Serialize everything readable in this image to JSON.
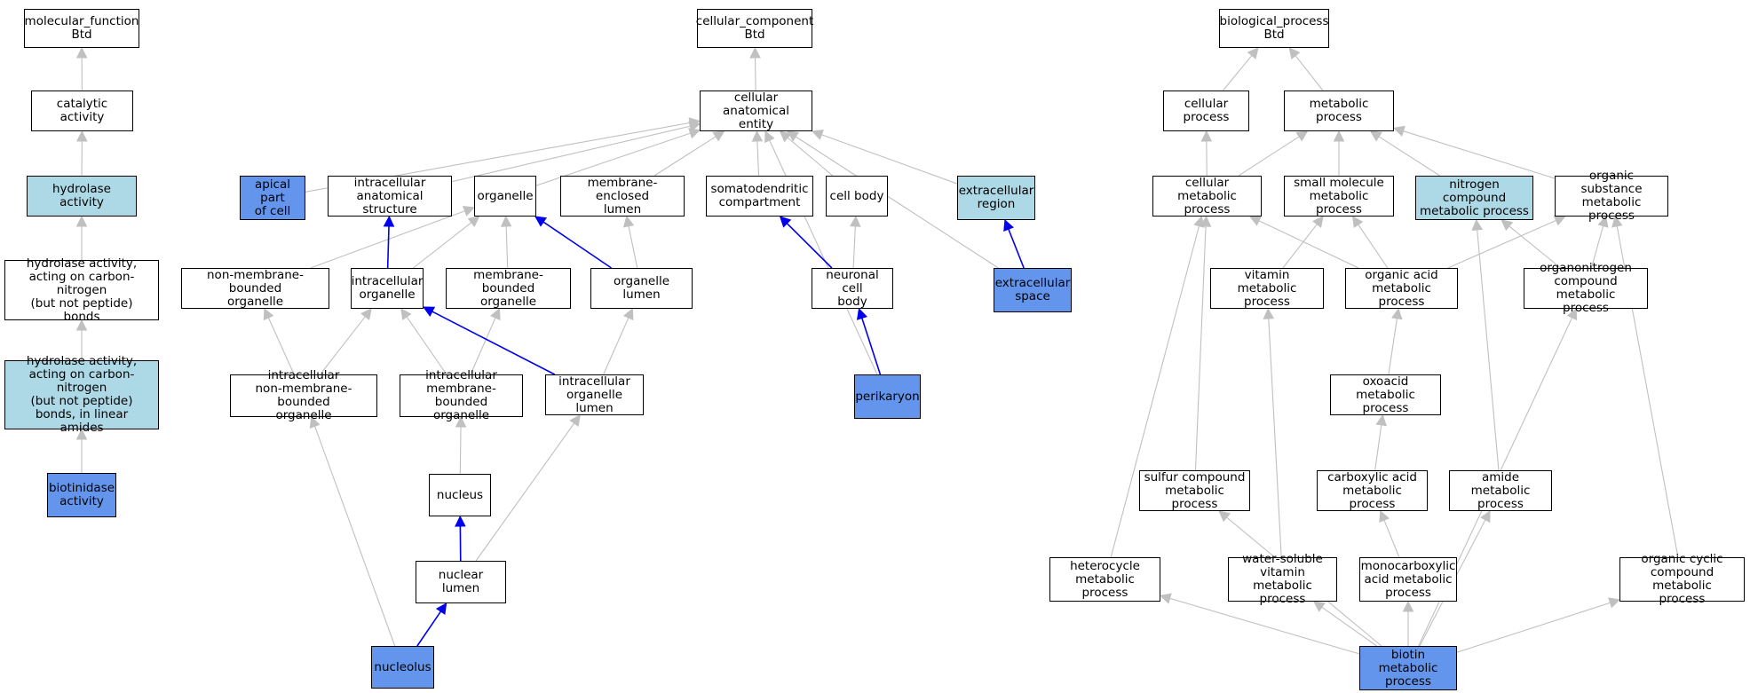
{
  "colors": {
    "edge_default": "#c0c0c0",
    "edge_highlight": "#0000ee",
    "node_light": "#add8e6",
    "node_dark": "#6495ed",
    "node_default": "#ffffff"
  },
  "nodes": [
    {
      "id": "mf",
      "label": "molecular_function\nBtd",
      "style": "default"
    },
    {
      "id": "catalytic",
      "label": "catalytic activity",
      "style": "default"
    },
    {
      "id": "hydrolase",
      "label": "hydrolase activity",
      "style": "light"
    },
    {
      "id": "hydro_cn",
      "label": "hydrolase activity,\nacting on carbon-nitrogen\n(but not peptide)\nbonds",
      "style": "default"
    },
    {
      "id": "hydro_cn_lin",
      "label": "hydrolase activity,\nacting on carbon-nitrogen\n(but not peptide)\nbonds, in linear\namides",
      "style": "light"
    },
    {
      "id": "biotinidase",
      "label": "biotinidase\nactivity",
      "style": "dark"
    },
    {
      "id": "cc",
      "label": "cellular_component\nBtd",
      "style": "default"
    },
    {
      "id": "cae",
      "label": "cellular anatomical\nentity",
      "style": "default"
    },
    {
      "id": "apical",
      "label": "apical part\nof cell",
      "style": "dark"
    },
    {
      "id": "ias",
      "label": "intracellular\nanatomical structure",
      "style": "default"
    },
    {
      "id": "organelle",
      "label": "organelle",
      "style": "default"
    },
    {
      "id": "mel",
      "label": "membrane-enclosed\nlumen",
      "style": "default"
    },
    {
      "id": "somato",
      "label": "somatodendritic\ncompartment",
      "style": "default"
    },
    {
      "id": "cellbody",
      "label": "cell body",
      "style": "default"
    },
    {
      "id": "extreg",
      "label": "extracellular\nregion",
      "style": "light"
    },
    {
      "id": "nmbo",
      "label": "non-membrane-bounded\norganelle",
      "style": "default"
    },
    {
      "id": "io",
      "label": "intracellular\norganelle",
      "style": "default"
    },
    {
      "id": "mbo",
      "label": "membrane-bounded\norganelle",
      "style": "default"
    },
    {
      "id": "ol",
      "label": "organelle lumen",
      "style": "default"
    },
    {
      "id": "ncb",
      "label": "neuronal cell\nbody",
      "style": "default"
    },
    {
      "id": "extspace",
      "label": "extracellular\nspace",
      "style": "dark"
    },
    {
      "id": "inmbo",
      "label": "intracellular\nnon-membrane-bounded\norganelle",
      "style": "default"
    },
    {
      "id": "imbo",
      "label": "intracellular\nmembrane-bounded\norganelle",
      "style": "default"
    },
    {
      "id": "iol",
      "label": "intracellular\norganelle lumen",
      "style": "default"
    },
    {
      "id": "perikaryon",
      "label": "perikaryon",
      "style": "dark"
    },
    {
      "id": "nucleus",
      "label": "nucleus",
      "style": "default"
    },
    {
      "id": "nuclumen",
      "label": "nuclear lumen",
      "style": "default"
    },
    {
      "id": "nucleolus",
      "label": "nucleolus",
      "style": "dark"
    },
    {
      "id": "bp",
      "label": "biological_process\nBtd",
      "style": "default"
    },
    {
      "id": "cellproc",
      "label": "cellular process",
      "style": "default"
    },
    {
      "id": "metproc",
      "label": "metabolic process",
      "style": "default"
    },
    {
      "id": "cmp",
      "label": "cellular metabolic\nprocess",
      "style": "default"
    },
    {
      "id": "smmp",
      "label": "small molecule\nmetabolic process",
      "style": "default"
    },
    {
      "id": "ncmp",
      "label": "nitrogen compound\nmetabolic process",
      "style": "light"
    },
    {
      "id": "osmp",
      "label": "organic substance\nmetabolic process",
      "style": "default"
    },
    {
      "id": "vitmp",
      "label": "vitamin metabolic\nprocess",
      "style": "default"
    },
    {
      "id": "oamp",
      "label": "organic acid\nmetabolic process",
      "style": "default"
    },
    {
      "id": "oncmp",
      "label": "organonitrogen\ncompound metabolic\nprocess",
      "style": "default"
    },
    {
      "id": "oxomp",
      "label": "oxoacid metabolic\nprocess",
      "style": "default"
    },
    {
      "id": "scmp",
      "label": "sulfur compound\nmetabolic process",
      "style": "default"
    },
    {
      "id": "camp",
      "label": "carboxylic acid\nmetabolic process",
      "style": "default"
    },
    {
      "id": "ammp",
      "label": "amide metabolic\nprocess",
      "style": "default"
    },
    {
      "id": "hetmp",
      "label": "heterocycle\nmetabolic process",
      "style": "default"
    },
    {
      "id": "wsvmp",
      "label": "water-soluble\nvitamin metabolic\nprocess",
      "style": "default"
    },
    {
      "id": "mcamp",
      "label": "monocarboxylic\nacid metabolic\nprocess",
      "style": "default"
    },
    {
      "id": "occmp",
      "label": "organic cyclic\ncompound metabolic\nprocess",
      "style": "default"
    },
    {
      "id": "biotin",
      "label": "biotin metabolic\nprocess",
      "style": "dark"
    }
  ],
  "edges": [
    {
      "from": "catalytic",
      "to": "mf",
      "style": "default"
    },
    {
      "from": "hydrolase",
      "to": "catalytic",
      "style": "default"
    },
    {
      "from": "hydro_cn",
      "to": "hydrolase",
      "style": "default"
    },
    {
      "from": "hydro_cn_lin",
      "to": "hydro_cn",
      "style": "default"
    },
    {
      "from": "biotinidase",
      "to": "hydro_cn_lin",
      "style": "default"
    },
    {
      "from": "cae",
      "to": "cc",
      "style": "default"
    },
    {
      "from": "apical",
      "to": "cae",
      "style": "default"
    },
    {
      "from": "ias",
      "to": "cae",
      "style": "default"
    },
    {
      "from": "organelle",
      "to": "cae",
      "style": "default"
    },
    {
      "from": "mel",
      "to": "cae",
      "style": "default"
    },
    {
      "from": "somato",
      "to": "cae",
      "style": "default"
    },
    {
      "from": "cellbody",
      "to": "cae",
      "style": "default"
    },
    {
      "from": "extreg",
      "to": "cae",
      "style": "default"
    },
    {
      "from": "extspace",
      "to": "cae",
      "style": "default"
    },
    {
      "from": "perikaryon",
      "to": "cae",
      "style": "default"
    },
    {
      "from": "nmbo",
      "to": "organelle",
      "style": "default"
    },
    {
      "from": "io",
      "to": "organelle",
      "style": "default"
    },
    {
      "from": "io",
      "to": "ias",
      "style": "highlight"
    },
    {
      "from": "mbo",
      "to": "organelle",
      "style": "default"
    },
    {
      "from": "ol",
      "to": "organelle",
      "style": "highlight"
    },
    {
      "from": "ol",
      "to": "mel",
      "style": "default"
    },
    {
      "from": "ncb",
      "to": "somato",
      "style": "highlight"
    },
    {
      "from": "ncb",
      "to": "cellbody",
      "style": "default"
    },
    {
      "from": "extspace",
      "to": "extreg",
      "style": "highlight"
    },
    {
      "from": "inmbo",
      "to": "nmbo",
      "style": "default"
    },
    {
      "from": "inmbo",
      "to": "io",
      "style": "default"
    },
    {
      "from": "imbo",
      "to": "io",
      "style": "default"
    },
    {
      "from": "imbo",
      "to": "mbo",
      "style": "default"
    },
    {
      "from": "iol",
      "to": "io",
      "style": "highlight"
    },
    {
      "from": "iol",
      "to": "ol",
      "style": "default"
    },
    {
      "from": "perikaryon",
      "to": "ncb",
      "style": "highlight"
    },
    {
      "from": "nucleus",
      "to": "imbo",
      "style": "default"
    },
    {
      "from": "nuclumen",
      "to": "nucleus",
      "style": "highlight"
    },
    {
      "from": "nuclumen",
      "to": "iol",
      "style": "default"
    },
    {
      "from": "nucleolus",
      "to": "nuclumen",
      "style": "highlight"
    },
    {
      "from": "nucleolus",
      "to": "inmbo",
      "style": "default"
    },
    {
      "from": "cellproc",
      "to": "bp",
      "style": "default"
    },
    {
      "from": "metproc",
      "to": "bp",
      "style": "default"
    },
    {
      "from": "cmp",
      "to": "cellproc",
      "style": "default"
    },
    {
      "from": "cmp",
      "to": "metproc",
      "style": "default"
    },
    {
      "from": "smmp",
      "to": "metproc",
      "style": "default"
    },
    {
      "from": "ncmp",
      "to": "metproc",
      "style": "default"
    },
    {
      "from": "osmp",
      "to": "metproc",
      "style": "default"
    },
    {
      "from": "vitmp",
      "to": "smmp",
      "style": "default"
    },
    {
      "from": "oamp",
      "to": "cmp",
      "style": "default"
    },
    {
      "from": "oamp",
      "to": "smmp",
      "style": "default"
    },
    {
      "from": "oamp",
      "to": "osmp",
      "style": "default"
    },
    {
      "from": "oncmp",
      "to": "ncmp",
      "style": "default"
    },
    {
      "from": "oncmp",
      "to": "osmp",
      "style": "default"
    },
    {
      "from": "oxomp",
      "to": "oamp",
      "style": "default"
    },
    {
      "from": "scmp",
      "to": "cmp",
      "style": "default"
    },
    {
      "from": "camp",
      "to": "oxomp",
      "style": "default"
    },
    {
      "from": "ammp",
      "to": "ncmp",
      "style": "default"
    },
    {
      "from": "hetmp",
      "to": "cmp",
      "style": "default"
    },
    {
      "from": "wsvmp",
      "to": "vitmp",
      "style": "default"
    },
    {
      "from": "mcamp",
      "to": "camp",
      "style": "default"
    },
    {
      "from": "occmp",
      "to": "osmp",
      "style": "default"
    },
    {
      "from": "biotin",
      "to": "hetmp",
      "style": "default"
    },
    {
      "from": "biotin",
      "to": "scmp",
      "style": "default"
    },
    {
      "from": "biotin",
      "to": "wsvmp",
      "style": "default"
    },
    {
      "from": "biotin",
      "to": "mcamp",
      "style": "default"
    },
    {
      "from": "biotin",
      "to": "ammp",
      "style": "default"
    },
    {
      "from": "biotin",
      "to": "oncmp",
      "style": "default"
    },
    {
      "from": "biotin",
      "to": "occmp",
      "style": "default"
    }
  ]
}
